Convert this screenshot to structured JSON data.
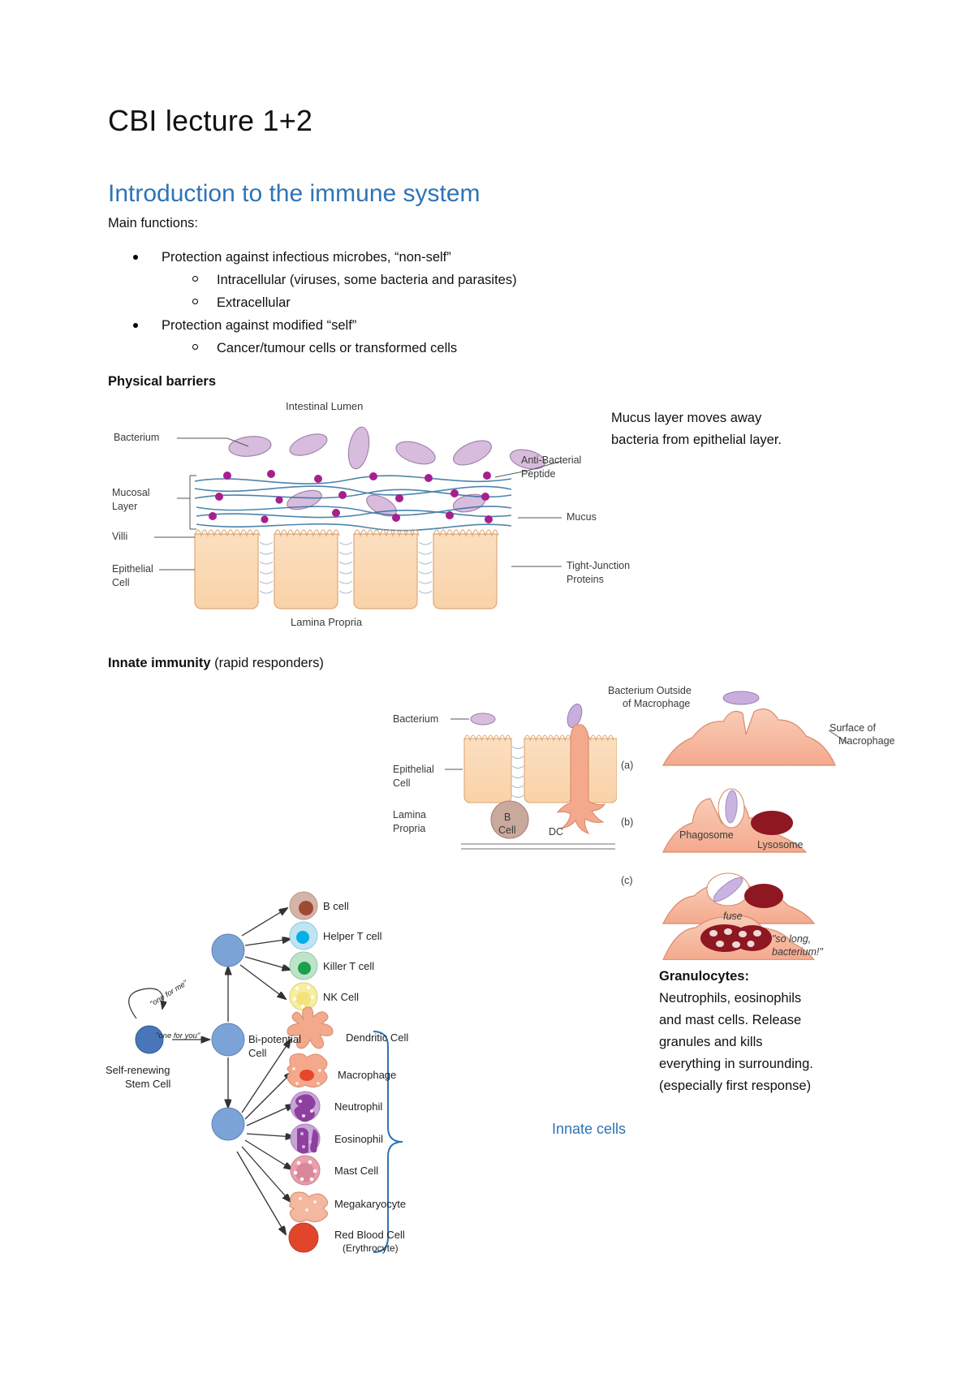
{
  "document": {
    "title": "CBI lecture 1+2",
    "heading_intro": "Introduction to the immune system",
    "main_functions_label": "Main functions:",
    "bullets": [
      {
        "level": 1,
        "text": "Protection against infectious microbes, “non-self”"
      },
      {
        "level": 2,
        "text": "Intracellular (viruses, some bacteria and parasites)"
      },
      {
        "level": 2,
        "text": "Extracellular"
      },
      {
        "level": 1,
        "text": "Protection against modified “self”"
      },
      {
        "level": 2,
        "text": "Cancer/tumour cells or transformed cells"
      }
    ],
    "heading_physical_barriers": "Physical barriers",
    "heading_innate_bold": "Innate immunity",
    "heading_innate_regular": " (rapid responders)"
  },
  "notes": {
    "mucus_note": "Mucus layer moves away bacteria from epithelial layer.",
    "granulocytes_title": "Granulocytes:",
    "granulocytes_body": "Neutrophils, eosinophils and mast cells. Release granules and kills everything in surrounding. (especially first response)"
  },
  "diagram_barrier": {
    "title": "Intestinal Lumen",
    "labels": {
      "bacterium": "Bacterium",
      "mucosal_layer": "Mucosal\nLayer",
      "mucosal_layer_l1": "Mucosal",
      "mucosal_layer_l2": "Layer",
      "villi": "Villi",
      "epithelial_cell_l1": "Epithelial",
      "epithelial_cell_l2": "Cell",
      "anti_bacterial_peptide_l1": "Anti-Bacterial",
      "anti_bacterial_peptide_l2": "Peptide",
      "mucus": "Mucus",
      "tight_junction_l1": "Tight-Junction",
      "tight_junction_l2": "Proteins",
      "lamina_propria": "Lamina Propria"
    }
  },
  "diagram_innate": {
    "labels": {
      "bacterium": "Bacterium",
      "epithelial_cell_l1": "Epithelial",
      "epithelial_cell_l2": "Cell",
      "lamina_l1": "Lamina",
      "lamina_l2": "Propria",
      "b_cell_l1": "B",
      "b_cell_l2": "Cell",
      "dc": "DC"
    }
  },
  "diagram_macrophage": {
    "labels": {
      "bacterium_outside_l1": "Bacterium Outside",
      "bacterium_outside_l2": "of Macrophage",
      "surface_l1": "Surface of",
      "surface_l2": "Macrophage",
      "phagosome": "Phagosome",
      "lysosome": "Lysosome",
      "fuse": "fuse",
      "solong_l1": "\"so long,",
      "solong_l2": "bacterium!\"",
      "step_a": "(a)",
      "step_b": "(b)",
      "step_c": "(c)"
    }
  },
  "diagram_lineage": {
    "stem_label_l1": "Self-renewing",
    "stem_label_l2": "Stem Cell",
    "stem_quote_1": "\"one for me\"",
    "stem_quote_2": "\"one for you\"",
    "bipotential_l1": "Bi-potential",
    "bipotential_l2": "Cell",
    "lymphoid_cells": [
      {
        "name": "B cell",
        "outer": "#d6b3a8",
        "inner": "#9e4b36"
      },
      {
        "name": "Helper T cell",
        "outer": "#bfe4f2",
        "inner": "#00b0e6"
      },
      {
        "name": "Killer T cell",
        "outer": "#bfe3c9",
        "inner": "#1ba04e"
      },
      {
        "name": "NK Cell",
        "outer": "#f6eea0",
        "inner": "#f4e27a"
      }
    ],
    "myeloid_cells": [
      {
        "name": "Dendritic Cell",
        "color": "#f2a98c"
      },
      {
        "name": "Macrophage",
        "color": "#f4a98d"
      },
      {
        "name": "Neutrophil",
        "color": "#a05ba8"
      },
      {
        "name": "Eosinophil",
        "color": "#a05ba8"
      },
      {
        "name": "Mast Cell",
        "color": "#e8a0ad"
      },
      {
        "name": "Megakaryocyte",
        "color": "#f4b7a0"
      },
      {
        "name": "Red Blood Cell",
        "sub": "(Erythrocyte)",
        "color": "#e1452b"
      }
    ],
    "innate_bracket_label": "Innate cells"
  },
  "colors": {
    "heading_blue": "#2e74b5",
    "bracket_blue": "#2e74b5",
    "epithelial_fill": "#fad9b4",
    "bacteria_fill": "#d8bcdd",
    "macrophage_fill": "#f6bba2",
    "lysosome_fill": "#8e1722"
  }
}
